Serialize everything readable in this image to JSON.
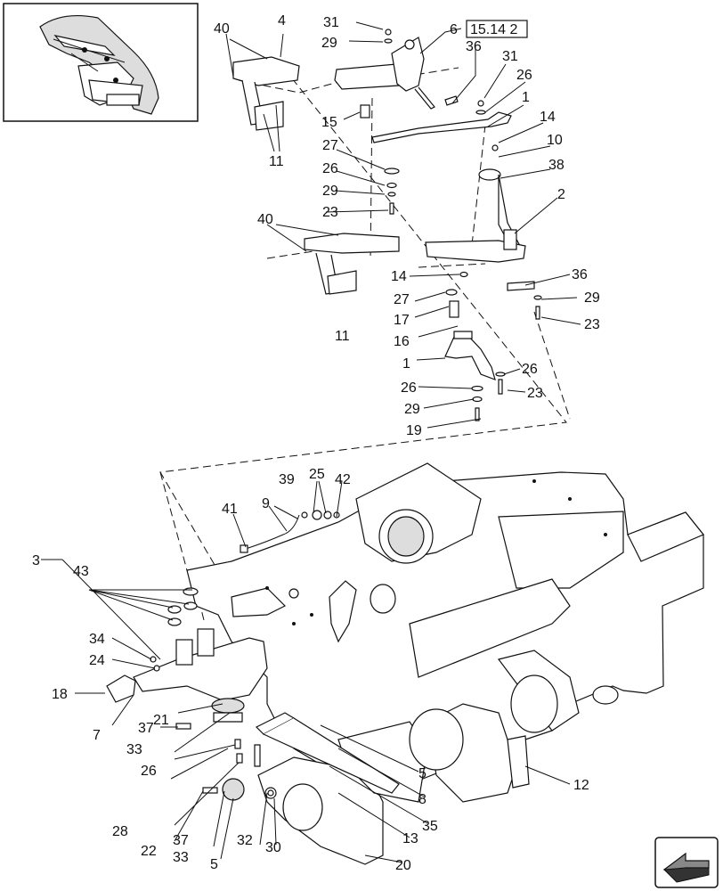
{
  "diagram": {
    "reference_box": "15.14 2",
    "callouts": {
      "c31a": "31",
      "c29a": "29",
      "c6": "6",
      "c36a": "36",
      "c31b": "31",
      "c26a": "26",
      "c1a": "1",
      "c14a": "14",
      "c10": "10",
      "c38": "38",
      "c2": "2",
      "c4": "4",
      "c40a": "40",
      "c15": "15",
      "c27a": "27",
      "c26b": "26",
      "c29b": "29",
      "c23a": "23",
      "c11a": "11",
      "c40b": "40",
      "c14b": "14",
      "c27b": "27",
      "c17": "17",
      "c16": "16",
      "c11b": "11",
      "c36b": "36",
      "c29c": "29",
      "c23b": "23",
      "c1b": "1",
      "c26c": "26",
      "c23c": "23",
      "c26d": "26",
      "c29d": "29",
      "c19": "19",
      "c41": "41",
      "c9": "9",
      "c39": "39",
      "c25": "25",
      "c42": "42",
      "c3": "3",
      "c43": "43",
      "c34": "34",
      "c24": "24",
      "c18": "18",
      "c7": "7",
      "c21": "21",
      "c37a": "37",
      "c33a": "33",
      "c26e": "26",
      "c28": "28",
      "c22": "22",
      "c37b": "37",
      "c33b": "33",
      "c5a": "5",
      "c32": "32",
      "c30": "30",
      "c20": "20",
      "c13": "13",
      "c35": "35",
      "c8": "8",
      "c5b": "5",
      "c12": "12"
    }
  },
  "icons": {
    "inset": "machine-location-thumbnail-icon",
    "nav": "navigation-arrow-icon"
  }
}
